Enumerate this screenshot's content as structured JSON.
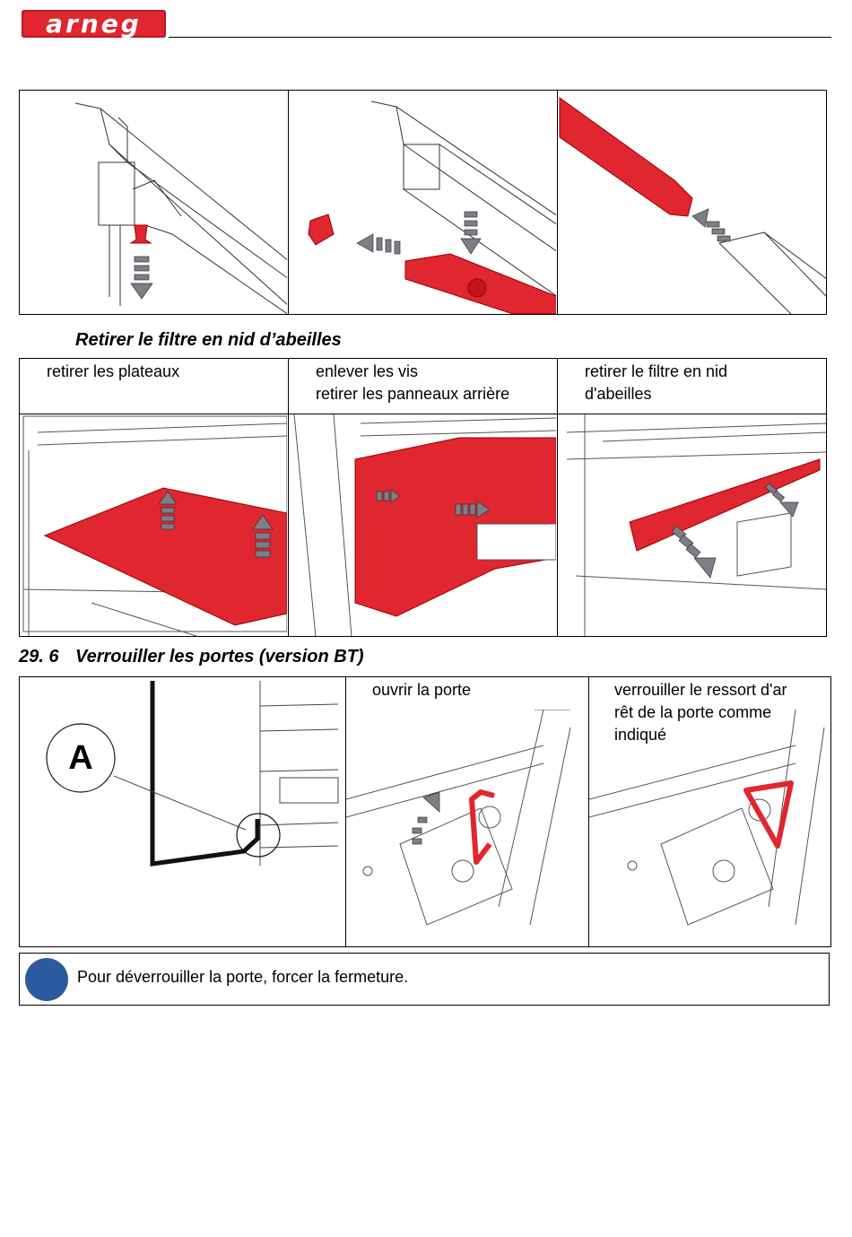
{
  "header": {
    "logo_text": "arneg"
  },
  "section_filter": {
    "heading": "Retirer le filtre en nid d’abeilles",
    "steps": [
      {
        "caption": "retirer les plateaux"
      },
      {
        "caption": "enlever les vis\nretirer les panneaux arrière"
      },
      {
        "caption": "retirer le filtre en nid\nd'abeilles"
      }
    ]
  },
  "section_doors": {
    "number": "29. 6",
    "heading": "Verrouiller les portes (version BT)",
    "callout_label": "A",
    "steps": [
      {
        "caption": "ouvrir la porte"
      },
      {
        "caption": "verrouiller le ressort d'ar\nrêt de la porte comme\nindiqué"
      }
    ]
  },
  "note": {
    "text": "Pour déverrouiller la porte, forcer la fermeture."
  },
  "colors": {
    "accent_red": "#e0262f",
    "note_blue": "#2c5a9e",
    "arrow_gray": "#7d7f86"
  }
}
